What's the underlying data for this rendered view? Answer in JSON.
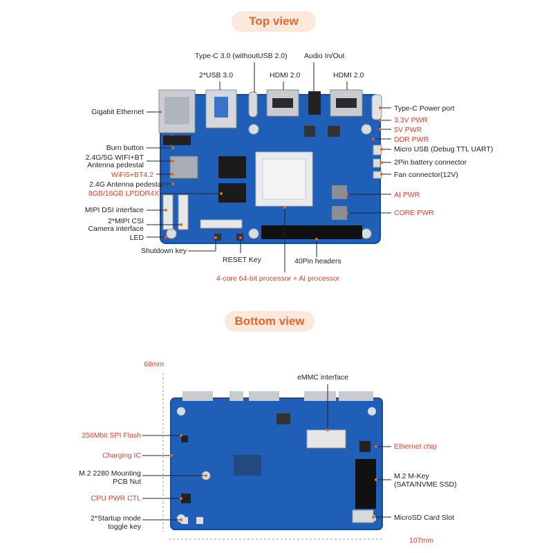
{
  "top_view": {
    "title": "Top view",
    "labels": {
      "gigabit_ethernet": "Gigabit Ethernet",
      "usb3": "2*USB 3.0",
      "typec3": "Type-C 3.0 (withoutUSB 2.0)",
      "hdmi_a": "HDMI 2.0",
      "audio": "Audio In/Out",
      "hdmi_b": "HDMI 2.0",
      "burn_button": "Burn button",
      "wifi_antenna_1": "2.4G/5G WIFI+BT",
      "wifi_antenna_2": "Antenna pedestal",
      "wifi_bt": "WiFi5+BT4.2",
      "antenna_24g": "2.4G Antenna pedestal",
      "lpddr4x": "8GB/16GB LPDDR4X",
      "mipi_dsi": "MIPI DSI interface",
      "mipi_csi_1": "2*MIPI CSI",
      "mipi_csi_2": "Camera interface",
      "led": "LED",
      "shutdown_key": "Shutdown key",
      "reset_key": "RESET Key",
      "pin_headers": "40Pin headers",
      "processor": "4-core 64-bit processor + AI processor",
      "typec_power": "Type-C Power port",
      "pwr_33": "3.3V PWR",
      "pwr_5": "5V PWR",
      "ddr_pwr": "DDR PWR",
      "micro_usb": "Micro USB (Debug TTL UART)",
      "battery_connector": "2Pin battery connector",
      "fan_connector": "Fan connector(12V)",
      "ai_pwr": "AI PWR",
      "core_pwr": "CORE PWR"
    }
  },
  "bottom_view": {
    "title": "Bottom view",
    "labels": {
      "height": "68mm",
      "width": "107mm",
      "emmc": "eMMC interface",
      "spi_flash": "256Mbit SPI Flash",
      "charging_ic": "Charging IC",
      "m2_nut_1": "M.2 2280 Mounting",
      "m2_nut_2": "PCB Nut",
      "cpu_pwr": "CPU PWR CTL",
      "startup_1": "2*Startup mode",
      "startup_2": "toggle key",
      "ethernet_chip": "Ethernet chip",
      "m2_mkey_1": "M.2 M-Key",
      "m2_mkey_2": "(SATA/NVME SSD)",
      "microsd": "MicroSD Card Slot"
    }
  },
  "colors": {
    "accent": "#e8662a",
    "highlight_text": "#d9402e",
    "board_blue": "#1f5fb8",
    "pill_bg": "#fde9dc"
  }
}
